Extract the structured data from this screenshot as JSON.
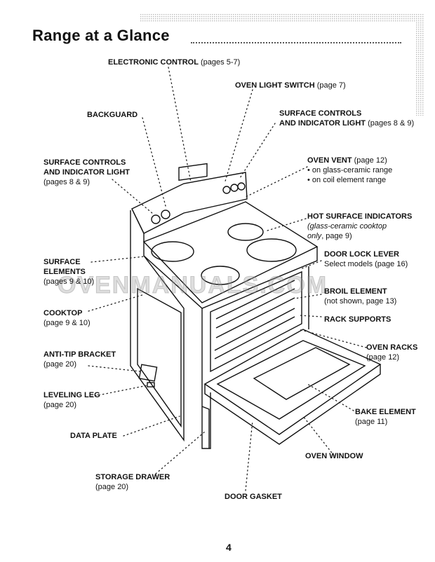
{
  "page_title": "Range at a Glance",
  "page_number": "4",
  "watermark": "OVENMANUALS.COM",
  "labels": {
    "electronic_control": {
      "name": "ELECTRONIC CONTROL",
      "ref": "(pages 5-7)"
    },
    "oven_light_switch": {
      "name": "OVEN LIGHT SWITCH",
      "ref": "(page 7)"
    },
    "backguard": {
      "name": "BACKGUARD"
    },
    "surface_controls_right": {
      "name1": "SURFACE CONTROLS",
      "name2": "AND INDICATOR LIGHT",
      "ref": "(pages 8 & 9)"
    },
    "surface_controls_left": {
      "name1": "SURFACE CONTROLS",
      "name2": "AND INDICATOR LIGHT",
      "ref": "(pages 8 & 9)"
    },
    "oven_vent": {
      "name": "OVEN VENT",
      "ref": "(page 12)",
      "bullet1": "• on glass-ceramic range",
      "bullet2": "• on coil element range"
    },
    "hot_surface": {
      "name": "HOT SURFACE INDICATORS",
      "note1": "(glass-ceramic cooktop",
      "note2": "only",
      "note3": ", page 9)"
    },
    "surface_elements": {
      "name1": "SURFACE",
      "name2": "ELEMENTS",
      "ref": "(pages 9 & 10)"
    },
    "door_lock": {
      "name": "DOOR LOCK LEVER",
      "ref": "Select models (page 16)"
    },
    "broil_element": {
      "name": "BROIL ELEMENT",
      "ref": "(not shown, page 13)"
    },
    "cooktop": {
      "name": "COOKTOP",
      "ref": "(page 9 & 10)"
    },
    "rack_supports": {
      "name": "RACK SUPPORTS"
    },
    "oven_racks": {
      "name": "OVEN RACKS",
      "ref": "(page 12)"
    },
    "anti_tip": {
      "name": "ANTI-TIP BRACKET",
      "ref": "(page 20)"
    },
    "leveling_leg": {
      "name": "LEVELING LEG",
      "ref": "(page 20)"
    },
    "bake_element": {
      "name": "BAKE ELEMENT",
      "ref": "(page 11)"
    },
    "data_plate": {
      "name": "DATA PLATE"
    },
    "oven_window": {
      "name": "OVEN WINDOW"
    },
    "storage_drawer": {
      "name": "STORAGE DRAWER",
      "ref": "(page 20)"
    },
    "door_gasket": {
      "name": "DOOR GASKET"
    }
  }
}
